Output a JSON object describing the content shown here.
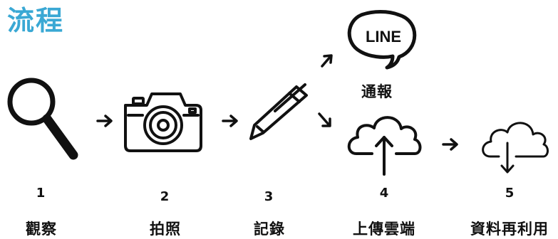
{
  "title": "流程",
  "colors": {
    "title": "#3aa8d4",
    "ink": "#111111"
  },
  "steps": [
    {
      "number": "1",
      "label": "觀察",
      "icon": "magnifier-icon"
    },
    {
      "number": "2",
      "label": "拍照",
      "icon": "camera-icon"
    },
    {
      "number": "3",
      "label": "記錄",
      "icon": "pen-icon"
    },
    {
      "number": "4",
      "label": "上傳雲端",
      "icon": "cloud-upload-icon"
    },
    {
      "number": "5",
      "label": "資料再利用",
      "icon": "cloud-download-icon"
    }
  ],
  "branch": {
    "logo_text": "LINE",
    "label": "通報",
    "icon": "line-logo-icon"
  }
}
